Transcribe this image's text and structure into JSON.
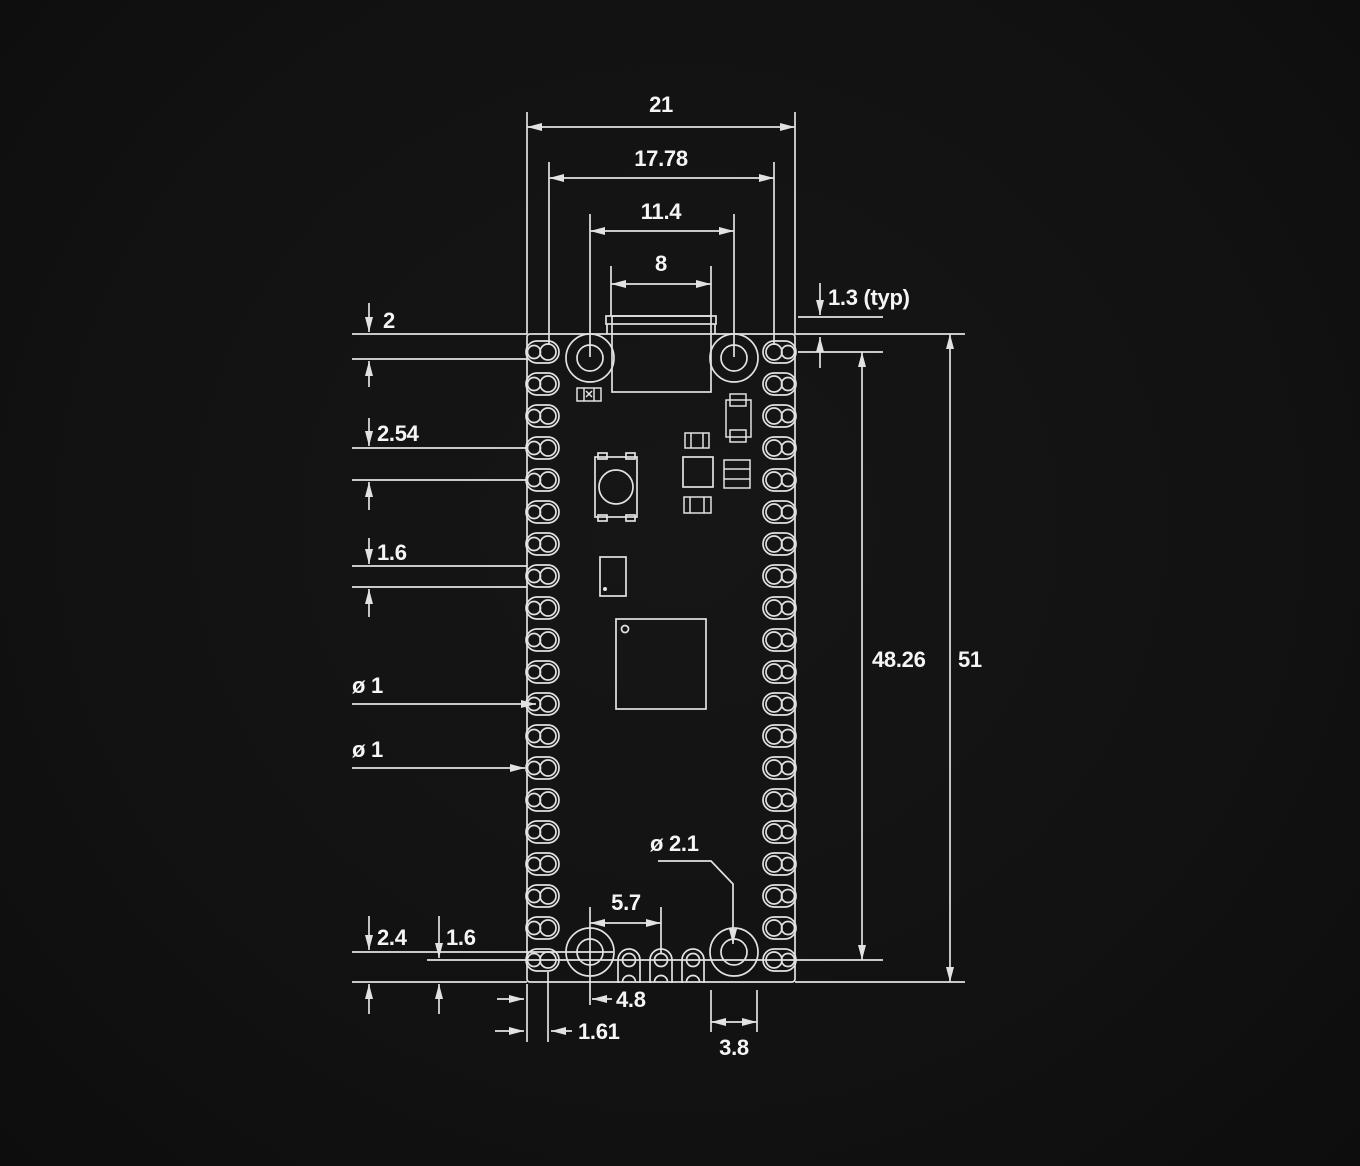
{
  "page": {
    "background": "#121212"
  },
  "drawing": {
    "subject": "castellated-microcontroller-board-mechanical-drawing",
    "pins_per_side": 20,
    "debug_pads": 3,
    "mounting_holes": 4,
    "colors": {
      "line": "#e2e2e2",
      "text": "#f5f5f5",
      "background": "#121212"
    },
    "components": [
      "micro-usb-connector",
      "led",
      "bootsel-button",
      "capacitor",
      "crystal",
      "capacitor",
      "voltage-regulator",
      "filter-component",
      "flash-chip",
      "mcu",
      "debug-pads",
      "mounting-holes",
      "castellated-pin-pads"
    ],
    "dimensions": {
      "board_width": "21",
      "pin_span_x": "17.78",
      "mount_hole_span_x": "11.4",
      "usb_width": "8",
      "usb_overhang": "1.3 (typ)",
      "top_hole_edge_offset": "2",
      "pin_pitch": "2.54",
      "pad_width": "1.6",
      "pad_hole_diameter": "ø 1",
      "castellation_diameter": "ø 1",
      "pin_span_y": "48.26",
      "board_length": "51",
      "mount_hole_diameter": "ø 2.1",
      "hole_to_debug_pad": "5.7",
      "bottom_hole_edge_offset_y": "2.4",
      "bottom_pin_edge_offset_y": "1.6",
      "bottom_hole_edge_offset_x": "4.8",
      "pin_edge_offset_x": "1.61",
      "mount_pad_diameter": "3.8"
    }
  }
}
